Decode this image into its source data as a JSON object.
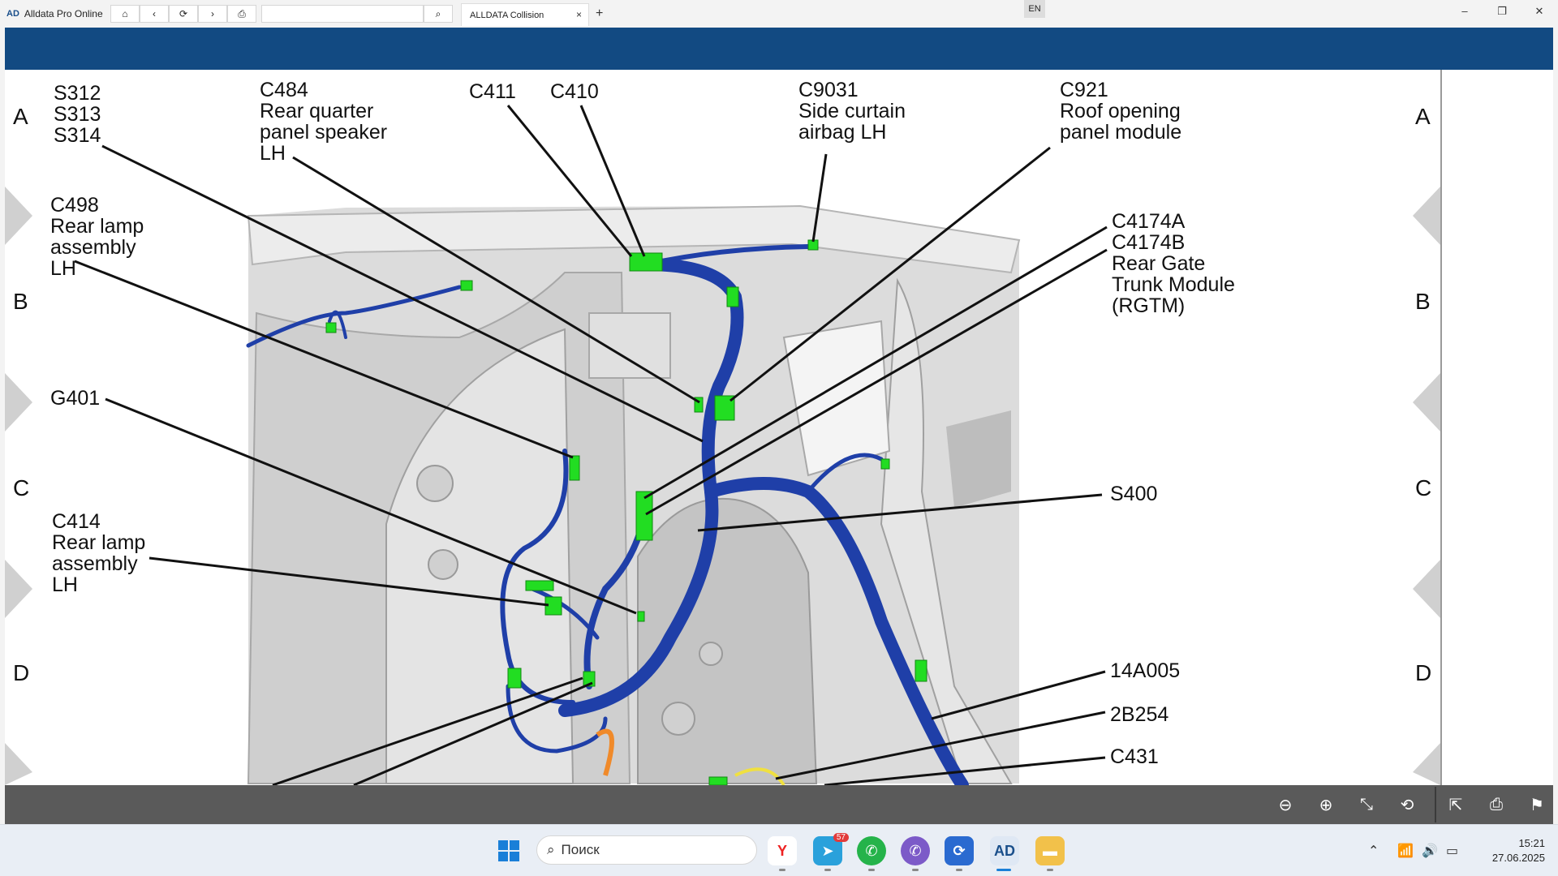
{
  "browser": {
    "app_name": "Alldata Pro Online",
    "logo_text": "AD",
    "tab_title": "ALLDATA Collision",
    "language": "EN",
    "url": ""
  },
  "diagram": {
    "row_letters": [
      "A",
      "B",
      "C",
      "D"
    ],
    "labels": {
      "s312": "S312\nS313\nS314",
      "c484": "C484\nRear quarter\npanel speaker\nLH",
      "c411": "C411",
      "c410": "C410",
      "c9031": "C9031\nSide curtain\nairbag LH",
      "c921": "C921\nRoof opening\npanel module",
      "c498": "C498\nRear lamp\nassembly\nLH",
      "c4174": "C4174A\nC4174B\nRear Gate\nTrunk Module\n(RGTM)",
      "g401": "G401",
      "s400": "S400",
      "c414": "C414\nRear lamp\nassembly\nLH",
      "n14a005": "14A005",
      "n2b254": "2B254",
      "c431": "C431"
    },
    "colors": {
      "harness": "#1f3fa8",
      "connector": "#22dd22",
      "header": "#124a82",
      "toolbar": "#5a5a5a"
    }
  },
  "toolbar": {
    "icons": [
      "zoom-out-icon",
      "zoom-in-icon",
      "fit-screen-icon",
      "rotate-icon",
      "open-external-icon",
      "print-icon",
      "bookmark-icon"
    ]
  },
  "taskbar": {
    "search_placeholder": "Поиск",
    "telegram_badge": "57",
    "time": "15:21",
    "date": "27.06.2025"
  }
}
